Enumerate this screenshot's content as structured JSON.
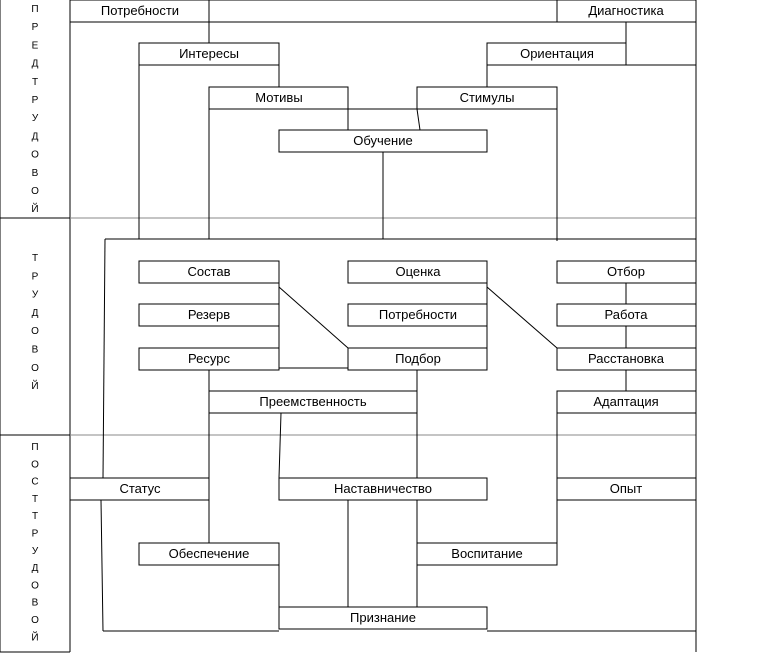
{
  "stages": [
    {
      "id": "pre",
      "label": "ПРЕДТРУДОВОЙ"
    },
    {
      "id": "work",
      "label": "ТРУДОВОЙ"
    },
    {
      "id": "post",
      "label": "ПОСТТРУДОВОЙ"
    }
  ],
  "boxes": {
    "potrebnosti_top": "Потребности",
    "diagnostika": "Диагностика",
    "interesy": "Интересы",
    "orientaciya": "Ориентация",
    "motivy": "Мотивы",
    "stimuly": "Стимулы",
    "obuchenie": "Обучение",
    "sostav": "Состав",
    "ocenka": "Оценка",
    "otbor": "Отбор",
    "rezerv": "Резерв",
    "potrebnosti_mid": "Потребности",
    "rabota": "Работа",
    "resurs": "Ресурс",
    "podbor": "Подбор",
    "rasstanovka": "Расстановка",
    "preemstvennost": "Преемственность",
    "adaptaciya": "Адаптация",
    "status": "Статус",
    "nastavnichestvo": "Наставничество",
    "opyt": "Опыт",
    "obespechenie": "Обеспечение",
    "vospitanie": "Воспитание",
    "priznanie": "Признание"
  }
}
